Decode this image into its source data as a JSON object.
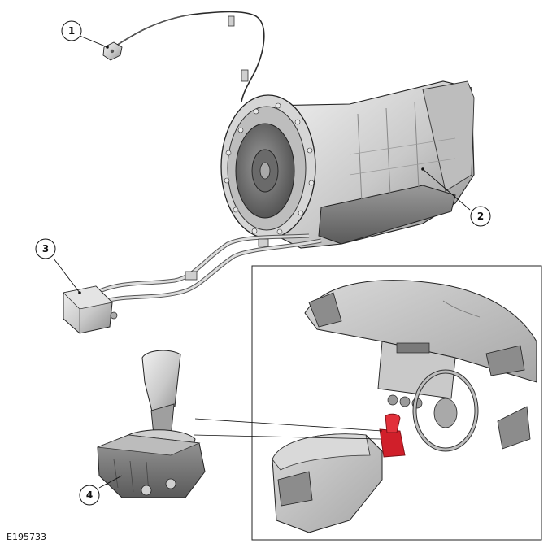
{
  "callouts": [
    {
      "label": "1"
    },
    {
      "label": "2"
    },
    {
      "label": "3"
    },
    {
      "label": "4"
    }
  ],
  "figure_id": "E195733",
  "colors": {
    "line": "#1a1a1a",
    "part_light": "#e6e6e6",
    "part_mid": "#b9b9b9",
    "part_dark": "#7d7d7d",
    "highlight": "#d01f2a"
  }
}
